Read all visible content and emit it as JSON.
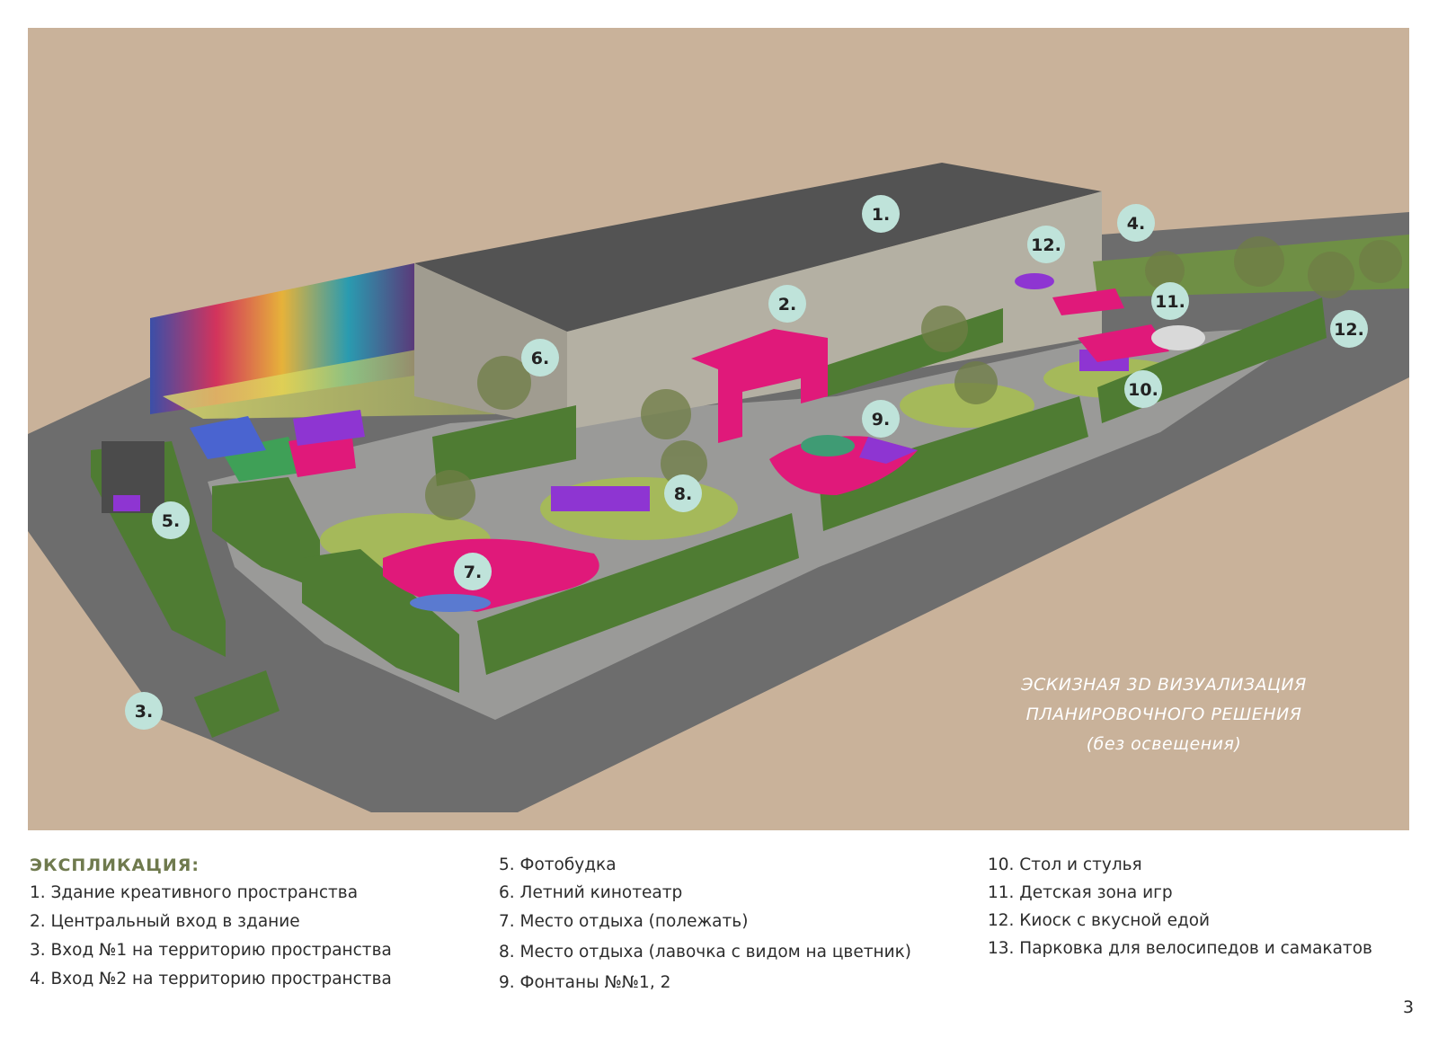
{
  "scene": {
    "caption_line1": "ЭСКИЗНАЯ 3D ВИЗУАЛИЗАЦИЯ",
    "caption_line2": "ПЛАНИРОВОЧНОГО РЕШЕНИЯ",
    "caption_line3": "(без освещения)",
    "markers": [
      "1.",
      "2.",
      "3.",
      "4.",
      "5.",
      "6.",
      "7.",
      "8.",
      "9.",
      "10.",
      "11.",
      "12.",
      "12."
    ],
    "colors": {
      "ground": "#c9b29a",
      "roof": "#535353",
      "wall": "#b4b0a3",
      "hedge": "#4f7c33",
      "path": "#6d6d6d",
      "pink": "#e0197a",
      "purple": "#8e35d2",
      "lawn": "#a5b95a",
      "marker": "#bfe3da"
    }
  },
  "legend": {
    "heading": "ЭКСПЛИКАЦИЯ:",
    "col1": [
      "1.  Здание креативного пространства",
      "2.  Центральный вход в здание",
      "3. Вход №1 на территорию пространства",
      "4. Вход №2 на территорию пространства"
    ],
    "col2": [
      "5. Фотобудка",
      "6. Летний кинотеатр",
      "7. Место отдыха (полежать)",
      "8. Место отдыха (лавочка с видом на цветник)",
      "9. Фонтаны №№1, 2"
    ],
    "col3": [
      "10. Стол и стулья",
      "11. Детская зона игр",
      "12. Киоск с вкусной едой",
      "13. Парковка для велосипедов и самакатов"
    ]
  },
  "page_number": "3"
}
